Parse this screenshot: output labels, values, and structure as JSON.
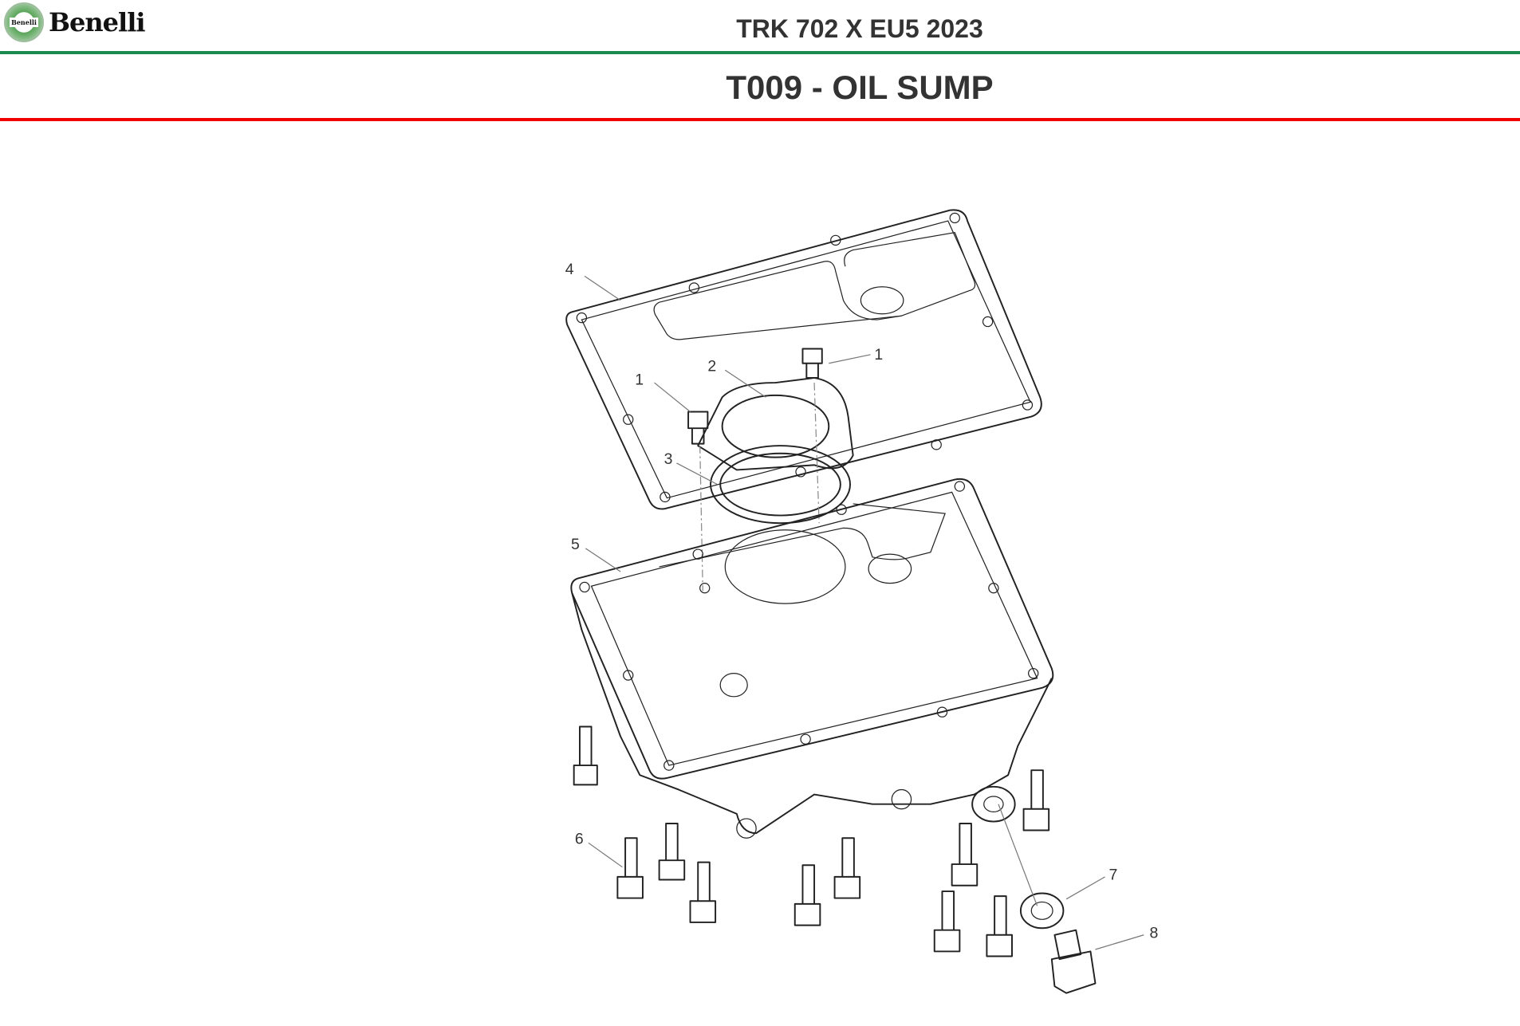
{
  "header": {
    "brand": "Benelli",
    "badge_text": "Benelli",
    "model": "TRK 702 X EU5 2023",
    "section": "T009 - OIL SUMP"
  },
  "callouts": {
    "c1a": "1",
    "c1b": "1",
    "c2": "2",
    "c3": "3",
    "c4": "4",
    "c5": "5",
    "c6": "6",
    "c7": "7",
    "c8": "8"
  },
  "colors": {
    "green": "#1a8a4e",
    "red": "#f00000",
    "text": "#333333"
  }
}
